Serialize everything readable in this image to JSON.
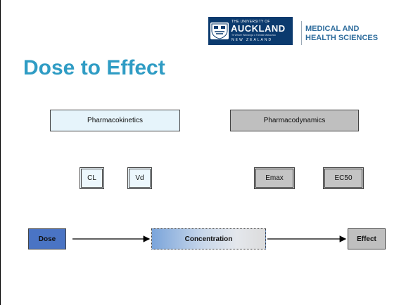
{
  "logo": {
    "university_small": "THE UNIVERSITY OF",
    "university_name": "AUCKLAND",
    "university_sub": "Te Whare Wānanga o Tāmaki Makaurau",
    "country": "NEW ZEALAND",
    "faculty_line1": "MEDICAL AND",
    "faculty_line2": "HEALTH SCIENCES"
  },
  "title": "Dose to Effect",
  "categories": {
    "pharmacokinetics": "Pharmacokinetics",
    "pharmacodynamics": "Pharmacodynamics"
  },
  "parameters": {
    "cl": "CL",
    "vd": "Vd",
    "emax": "Emax",
    "ec50": "EC50"
  },
  "flow": {
    "dose": "Dose",
    "concentration": "Concentration",
    "effect": "Effect"
  },
  "colors": {
    "title": "#2f9cc4",
    "dose": "#4a74c4",
    "grey_box": "#bfbfbf",
    "light_box": "#e6f4fb",
    "logo_navy": "#0b3a6e",
    "faculty_text": "#2f6d9d"
  }
}
